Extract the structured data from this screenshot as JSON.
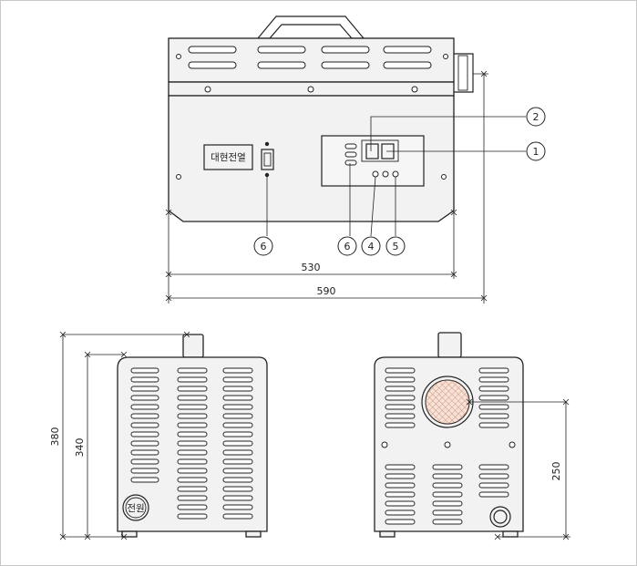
{
  "front_view": {
    "brand_label": "대현전열",
    "callouts": [
      "1",
      "2",
      "4",
      "5",
      "6",
      "6"
    ],
    "dim_inner": "530",
    "dim_outer": "590"
  },
  "side_view": {
    "dim_total_height": "380",
    "dim_body_height": "340",
    "power_label": "전원"
  },
  "rear_view": {
    "dim_port_height": "250"
  }
}
